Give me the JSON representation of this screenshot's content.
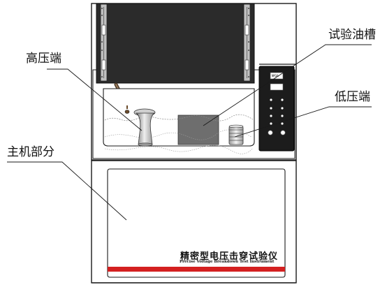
{
  "labels": {
    "high_voltage_terminal": "高压端",
    "test_oil_tank": "试验油槽",
    "low_voltage_terminal": "低压端",
    "main_unit": "主机部分"
  },
  "brand": {
    "name_cn": "精密型电压击穿试验仪",
    "name_en": "Precise Voltage Breakdown Test Instrument"
  },
  "display": {
    "top_label": "NM3A"
  },
  "colors": {
    "lid": "#2b2b2b",
    "oil_sample": "#6e6e6e",
    "panel": "#1c1c1c",
    "accent_stripe": "#d42020",
    "outline": "#1a1a1a"
  }
}
